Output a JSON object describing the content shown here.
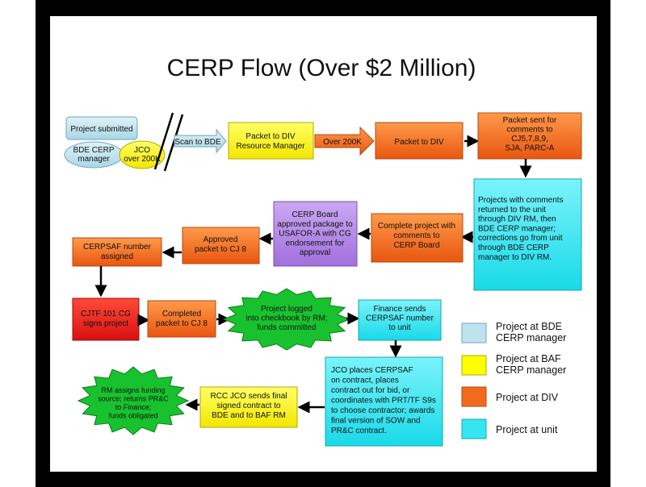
{
  "title": "CERP Flow (Over $2 Million)",
  "colors": {
    "frame": "#000000",
    "bde": "#bfe3ee",
    "baf": "#ffff00",
    "div": "#f26b1d",
    "unit": "#33e6f2",
    "board": "#b58ae8",
    "cjtf": "#f21a1a",
    "green": "#18c22e",
    "arrow": "#000000"
  },
  "nodes": {
    "project_submitted": "Project submitted",
    "bde_cerp_manager": [
      "BDE CERP",
      "manager"
    ],
    "jco_over_200k": [
      "JCO",
      "over 200K"
    ],
    "scan_to_bde": "Scan to BDE",
    "packet_to_div_rm": [
      "Packet to DIV",
      "Resource Manager"
    ],
    "over_200k": "Over 200K",
    "packet_to_div": "Packet to DIV",
    "packet_sent_for_comments": [
      "Packet sent for",
      "comments to",
      "CJ5,7,8,9,",
      "SJA, PARC-A"
    ],
    "projects_with_comments": [
      "Projects with comments",
      "returned to the unit",
      "through DIV RM, then",
      "BDE CERP manager;",
      "corrections go from unit",
      "through BDE CERP",
      "manager to DIV RM."
    ],
    "complete_project": [
      "Complete project with",
      "comments to",
      "CERP Board"
    ],
    "cerp_board_approved": [
      "CERP Board",
      "approved package to",
      "USAFOR-A with CG",
      "endorsement for",
      "approval"
    ],
    "approved_packet_cj8": [
      "Approved",
      "packet to CJ 8"
    ],
    "cerpsaf_number_assigned": [
      "CERPSAF number",
      "assigned"
    ],
    "cjtf_101_cg": [
      "CJTF 101 CG",
      "signs project"
    ],
    "completed_packet_cj8": [
      "Completed",
      "packet to CJ 8"
    ],
    "project_logged": [
      "Project logged",
      "into checkbook by RM;",
      "funds committed"
    ],
    "finance_sends": [
      "Finance sends",
      "CERPSAF number",
      "to unit"
    ],
    "jco_places_cerpsaf": [
      "JCO places CERPSAF",
      "on contract, places",
      "contract out for bid, or",
      "coordinates with PRT/TF S9s",
      "to choose contractor; awards",
      "final version of SOW and",
      "PR&C contract."
    ],
    "rcc_jco_sends": [
      "RCC JCO sends final",
      "signed contract to",
      "BDE and to BAF RM"
    ],
    "rm_assigns_funding": [
      "RM assigns funding",
      "source; returns PR&C",
      "to Finance;",
      "funds obligated"
    ]
  },
  "legend": [
    {
      "label": [
        "Project at BDE",
        "CERP manager"
      ],
      "color": "#bfe3ee"
    },
    {
      "label": [
        "Project at BAF",
        "CERP manager"
      ],
      "color": "#ffff00"
    },
    {
      "label": [
        "Project at DIV"
      ],
      "color": "#f26b1d"
    },
    {
      "label": [
        "Project at unit"
      ],
      "color": "#33e6f2"
    }
  ]
}
